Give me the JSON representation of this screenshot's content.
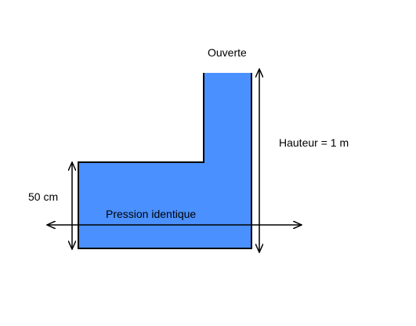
{
  "labels": {
    "open": "Ouverte",
    "height": "Hauteur = 1 m",
    "lower_height": "50 cm",
    "pressure": "Pression identique"
  },
  "colors": {
    "water": "#4a90ff",
    "outline": "#000000"
  }
}
